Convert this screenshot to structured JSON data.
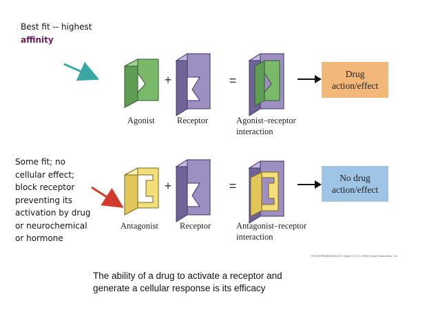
{
  "notes": {
    "best_fit_line1": "Best fit -- highest",
    "best_fit_line2": "affinity",
    "some_fit_lines": [
      "Some fit; no",
      "cellular effect;",
      "block receptor",
      "preventing its",
      "activation by drug",
      "or neurochemical",
      "or hormone"
    ]
  },
  "agonist_row": {
    "agonist_label": "Agonist",
    "receptor_label": "Receptor",
    "interaction_label_1": "Agonist–receptor",
    "interaction_label_2": "interaction",
    "plus": "+",
    "equals": "=",
    "result_line1": "Drug",
    "result_line2": "action/effect"
  },
  "antagonist_row": {
    "antagonist_label": "Antagonist",
    "receptor_label": "Receptor",
    "interaction_label_1": "Antagonist–receptor",
    "interaction_label_2": "interaction",
    "plus": "+",
    "equals": "=",
    "result_line1": "No drug",
    "result_line2": "action/effect"
  },
  "credit": "PSYCHOPHARMACOLOGY, Figure 1.11  © 2005 Sinauer Associates, Inc.",
  "caption_line1": "The ability of a drug to activate a receptor and",
  "caption_line2": "generate a cellular response is its efficacy",
  "colors": {
    "agonist_green": "#7ab86a",
    "antagonist_yellow": "#f3df7a",
    "receptor_purple": "#9d8fc2",
    "drug_effect_orange": "#f2b87a",
    "no_effect_blue": "#9ec4e6",
    "teal_arrow": "#3aa7a3",
    "red_arrow": "#d23a2c",
    "affinity_purple": "#6a1b58"
  }
}
